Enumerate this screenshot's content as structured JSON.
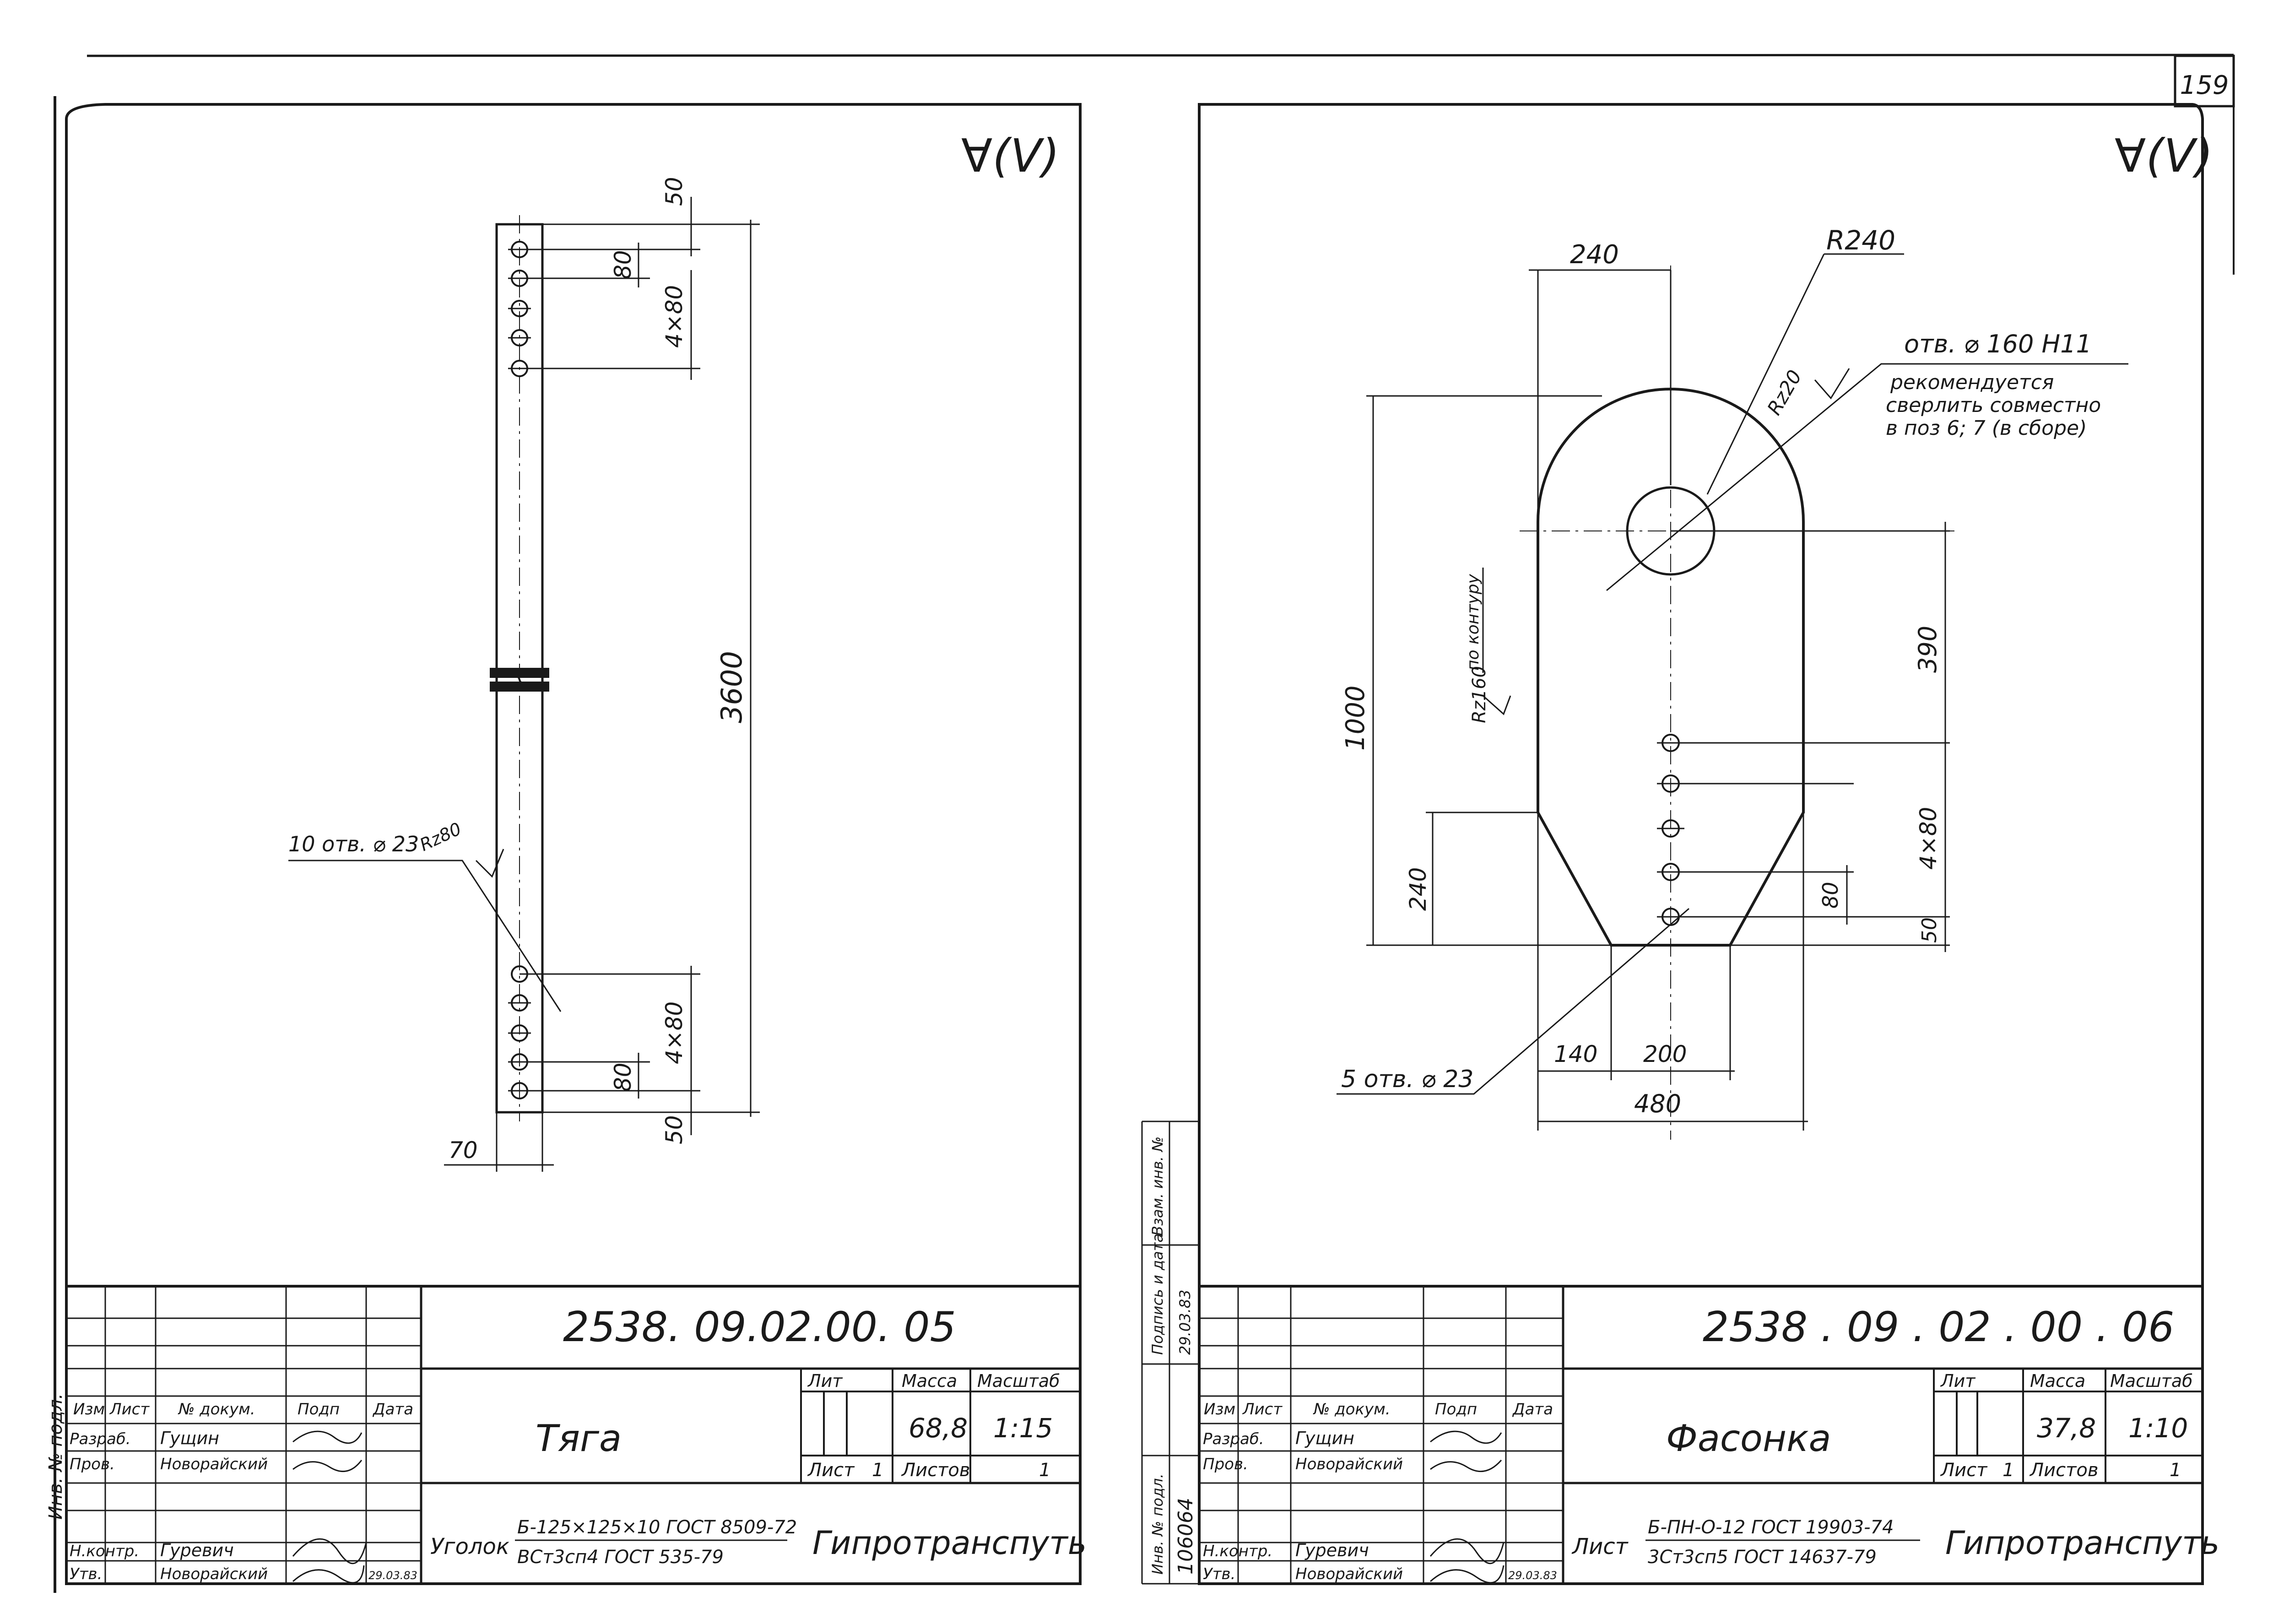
{
  "page_number": "159",
  "left": {
    "roughness": "∀(V)",
    "dims": {
      "d50_top": "50",
      "d80_top": "80",
      "d4x80_top": "4×80",
      "d3600": "3600",
      "d4x80_bot": "4×80",
      "d80_bot": "80",
      "d50_bot": "50",
      "d70": "70"
    },
    "holes_note": "10 отв. ⌀ 23",
    "holes_rz": "Rz80",
    "title_block": {
      "code": "2538. 09.02.00. 05",
      "name": "Тяга",
      "lit_label": "Лит",
      "mass_label": "Масса",
      "scale_label": "Масштаб",
      "mass": "68,8",
      "scale": "1:15",
      "sheet_label": "Лист",
      "sheet_num": "1",
      "sheets_label": "Листов",
      "sheets_num": "1",
      "org": "Гипротранспуть",
      "material_prefix": "Уголок",
      "material_top": "Б-125×125×10 ГОСТ 8509-72",
      "material_bottom": "ВСт3сп4 ГОСТ 535-79",
      "header": [
        "Изм",
        "Лист",
        "№ докум.",
        "Подп",
        "Дата"
      ],
      "rows": [
        {
          "role": "Разраб.",
          "name": "Гущин"
        },
        {
          "role": "Пров.",
          "name": "Новорайский"
        },
        {
          "role": "",
          "name": ""
        },
        {
          "role": "Н.контр.",
          "name": "Гуревич"
        },
        {
          "role": "Утв.",
          "name": "Новорайский",
          "date": "29.03.83"
        }
      ]
    },
    "side_stamp": "Инв. № подл."
  },
  "right": {
    "roughness": "∀(V)",
    "dims": {
      "d240_top": "240",
      "r240": "R240",
      "d1000": "1000",
      "d390": "390",
      "d4x80": "4×80",
      "d80": "80",
      "d50": "50",
      "d240_left": "240",
      "d140": "140",
      "d200": "200",
      "d480": "480"
    },
    "hole_note_1": "отв. ⌀ 160 Н11",
    "hole_note_2": "рекомендуется",
    "hole_note_3": "сверлить совместно",
    "hole_note_4": "в поз 6; 7 (в сборе)",
    "rz20": "Rz20",
    "rz160": "Rz160",
    "contour_note": "по контуру",
    "holes_note": "5 отв. ⌀ 23",
    "title_block": {
      "code": "2538 . 09 . 02 . 00 . 06",
      "name": "Фасонка",
      "lit_label": "Лит",
      "mass_label": "Масса",
      "scale_label": "Масштаб",
      "mass": "37,8",
      "scale": "1:10",
      "sheet_label": "Лист",
      "sheet_num": "1",
      "sheets_label": "Листов",
      "sheets_num": "1",
      "org": "Гипротранспуть",
      "material_prefix": "Лист",
      "material_top": "Б-ПН-О-12 ГОСТ 19903-74",
      "material_bottom": "3Ст3сп5 ГОСТ 14637-79",
      "header": [
        "Изм",
        "Лист",
        "№ докум.",
        "Подп",
        "Дата"
      ],
      "rows": [
        {
          "role": "Разраб.",
          "name": "Гущин"
        },
        {
          "role": "Пров.",
          "name": "Новорайский"
        },
        {
          "role": "",
          "name": ""
        },
        {
          "role": "Н.контр.",
          "name": "Гуревич"
        },
        {
          "role": "Утв.",
          "name": "Новорайский",
          "date": "29.03.83"
        }
      ]
    },
    "side_labels": {
      "inv_podl": "Инв. № подл.",
      "inv_num": "106064",
      "podp_data": "Подпись и дата",
      "podp_date": "29.03.83",
      "vzam": "Взам. инв. №"
    }
  }
}
